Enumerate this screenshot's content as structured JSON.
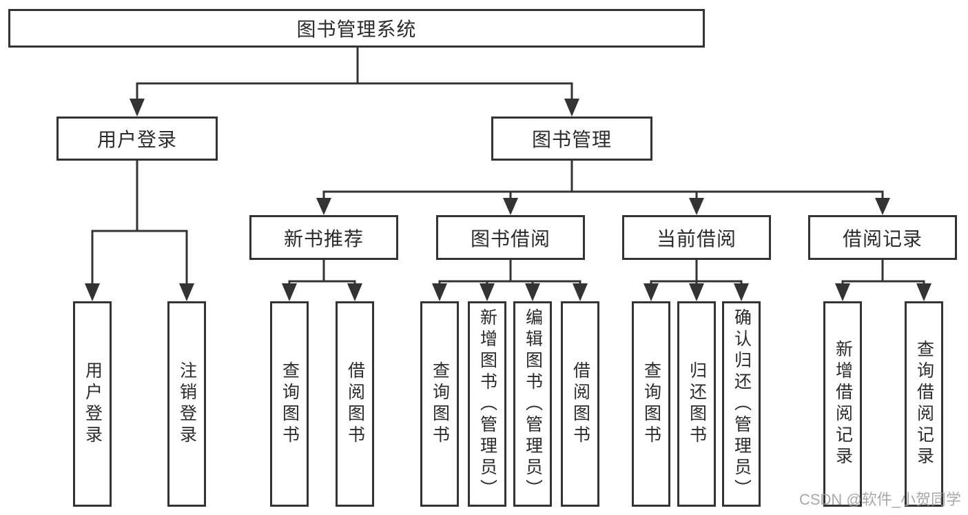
{
  "tree": {
    "root": "图书管理系统",
    "branches": [
      {
        "label": "用户登录",
        "children": [
          "用户登录",
          "注销登录"
        ]
      },
      {
        "label": "图书管理",
        "sections": [
          {
            "label": "新书推荐",
            "children": [
              "查询图书",
              "借阅图书"
            ]
          },
          {
            "label": "图书借阅",
            "children": [
              "查询图书",
              "新增图书（管理员）",
              "编辑图书（管理员）",
              "借阅图书"
            ]
          },
          {
            "label": "当前借阅",
            "children": [
              "查询图书",
              "归还图书",
              "确认归还（管理员）"
            ]
          },
          {
            "label": "借阅记录",
            "children": [
              "新增借阅记录",
              "查询借阅记录"
            ]
          }
        ]
      }
    ]
  },
  "watermark": "CSDN @软件_小贺同学",
  "colors": {
    "line": "#333333",
    "text": "#2b2b2b",
    "node_bg": "#ffffff",
    "page_bg": "#ffffff",
    "watermark": "#9a9a9a"
  }
}
